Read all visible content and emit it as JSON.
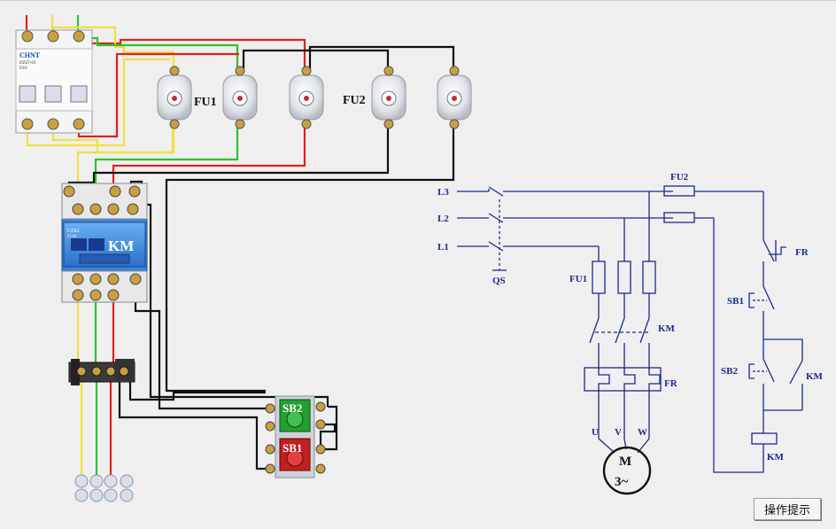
{
  "wiring": {
    "fu1_label": "FU1",
    "fu2_label": "FU2",
    "breaker_brand": "CHNT",
    "breaker_model": "DZ47-63",
    "breaker_rating": "D16",
    "contactor_brand": "CJX2",
    "contactor_model": "2510",
    "contactor_label": "KM",
    "sb2_label": "SB2",
    "sb1_label": "SB1"
  },
  "schematic": {
    "l3": "L3",
    "l2": "L2",
    "l1": "L1",
    "qs": "QS",
    "fu1": "FU1",
    "fu2": "FU2",
    "km_main": "KM",
    "fr_main": "FR",
    "u": "U",
    "v": "V",
    "w": "W",
    "motor_m": "M",
    "motor_phase": "3~",
    "fr_ctrl": "FR",
    "sb1": "SB1",
    "sb2": "SB2",
    "km_aux": "KM",
    "km_coil": "KM"
  },
  "hint_button": "操作提示",
  "colors": {
    "red": "#e02020",
    "yellow": "#f0e040",
    "green": "#30c030",
    "black": "#111111",
    "schematic": "#1a2a8a"
  }
}
